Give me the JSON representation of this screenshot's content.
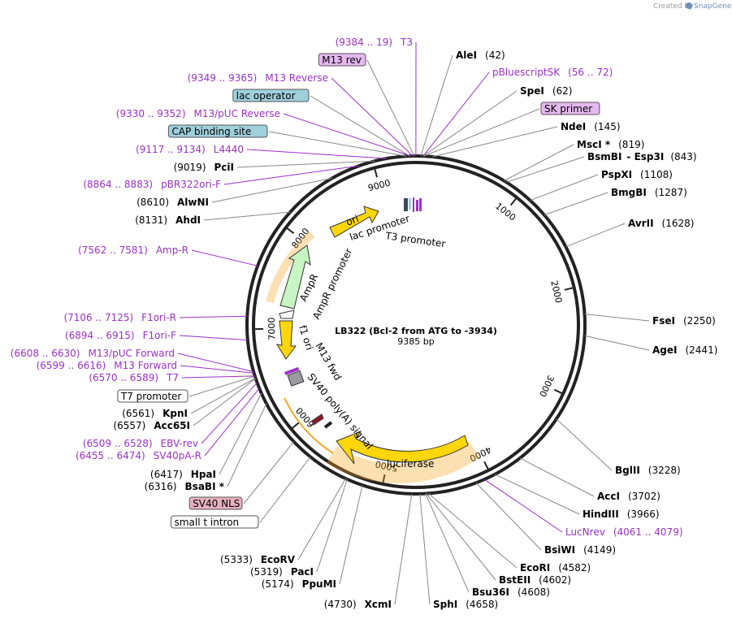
{
  "brand": {
    "created_by": "Created by",
    "app": "SnapGene"
  },
  "plasmid": {
    "name": "LB322 (Bcl-2 from ATG to -3934)",
    "length": 9385,
    "length_text": "9385 bp"
  },
  "ruler": [
    "1000",
    "2000",
    "3000",
    "4000",
    "5000",
    "6000",
    "7000",
    "8000",
    "9000"
  ],
  "enzymes": [
    {
      "name": "AleI",
      "pos": "(42)"
    },
    {
      "name": "SpeI",
      "pos": "(62)"
    },
    {
      "name": "NdeI",
      "pos": "(145)"
    },
    {
      "name": "MscI *",
      "pos": "(819)"
    },
    {
      "name": "BsmBI",
      "pos": ""
    },
    {
      "name": "- Esp3I",
      "pos": "(843)"
    },
    {
      "name": "PspXI",
      "pos": "(1108)"
    },
    {
      "name": "BmgBI",
      "pos": "(1287)"
    },
    {
      "name": "AvrII",
      "pos": "(1628)"
    },
    {
      "name": "FseI",
      "pos": "(2250)"
    },
    {
      "name": "AgeI",
      "pos": "(2441)"
    },
    {
      "name": "BglII",
      "pos": "(3228)"
    },
    {
      "name": "AccI",
      "pos": "(3702)"
    },
    {
      "name": "HindIII",
      "pos": "(3966)"
    },
    {
      "name": "BsiWI",
      "pos": "(4149)"
    },
    {
      "name": "EcoRI",
      "pos": "(4582)"
    },
    {
      "name": "BstEII",
      "pos": "(4602)"
    },
    {
      "name": "Bsu36I",
      "pos": "(4608)"
    },
    {
      "name": "SphI",
      "pos": "(4658)"
    },
    {
      "name": "XcmI",
      "pos": "(4730)"
    },
    {
      "name": "PpuMI",
      "pos": "(5174)"
    },
    {
      "name": "PacI",
      "pos": "(5319)"
    },
    {
      "name": "EcoRV",
      "pos": "(5333)"
    },
    {
      "name": "BsaBI *",
      "pos": "(6316)"
    },
    {
      "name": "HpaI",
      "pos": "(6417)"
    },
    {
      "name": "Acc65I",
      "pos": "(6557)"
    },
    {
      "name": "KpnI",
      "pos": "(6561)"
    },
    {
      "name": "AhdI",
      "pos": "(8131)"
    },
    {
      "name": "AlwNI",
      "pos": "(8610)"
    },
    {
      "name": "PciI",
      "pos": "(9019)"
    }
  ],
  "primers": [
    {
      "name": "T3",
      "range": "(9384 .. 19)"
    },
    {
      "name": "pBluescriptSK",
      "range": "(56 .. 72)"
    },
    {
      "name": "M13 Reverse",
      "range": "(9349 .. 9365)"
    },
    {
      "name": "M13/pUC Reverse",
      "range": "(9330 .. 9352)"
    },
    {
      "name": "L4440",
      "range": "(9117 .. 9134)"
    },
    {
      "name": "pBR322ori-F",
      "range": "(8864 .. 8883)"
    },
    {
      "name": "Amp-R",
      "range": "(7562 .. 7581)"
    },
    {
      "name": "F1ori-R",
      "range": "(7106 .. 7125)"
    },
    {
      "name": "F1ori-F",
      "range": "(6894 .. 6915)"
    },
    {
      "name": "M13/pUC Forward",
      "range": "(6608 .. 6630)"
    },
    {
      "name": "M13 Forward",
      "range": "(6599 .. 6616)"
    },
    {
      "name": "T7",
      "range": "(6570 .. 6589)"
    },
    {
      "name": "EBV-rev",
      "range": "(6509 .. 6528)"
    },
    {
      "name": "SV40pA-R",
      "range": "(6455 .. 6474)"
    },
    {
      "name": "LucNrev",
      "range": "(4061 .. 4079)"
    }
  ],
  "boxed": {
    "m13_rev": "M13 rev",
    "sk_primer": "SK primer",
    "lac_operator": "lac operator",
    "cap_site": "CAP binding site",
    "t7_promoter": "T7 promoter",
    "sv40_nls": "SV40 NLS",
    "small_t": "small t intron"
  },
  "features": {
    "ori": "ori",
    "lac_promoter": "lac promoter",
    "t3_promoter": "T3 promoter",
    "ampr": "AmpR",
    "ampr_promoter": "AmpR promoter",
    "f1_ori": "f1 ori",
    "m13_fwd": "M13 fwd",
    "sv40_polya": "SV40 poly(A) signal",
    "luciferase": "luciferase"
  },
  "colors": {
    "primer": "#9b30c8",
    "feature_yellow": "#ffd60a",
    "feature_green": "#c8f5c3",
    "halo_orange": "#f5a623",
    "misc_box_blue": "#9fd0dc",
    "misc_box_purple": "#e6b8f0",
    "misc_box_pink": "#e6b0c0"
  }
}
